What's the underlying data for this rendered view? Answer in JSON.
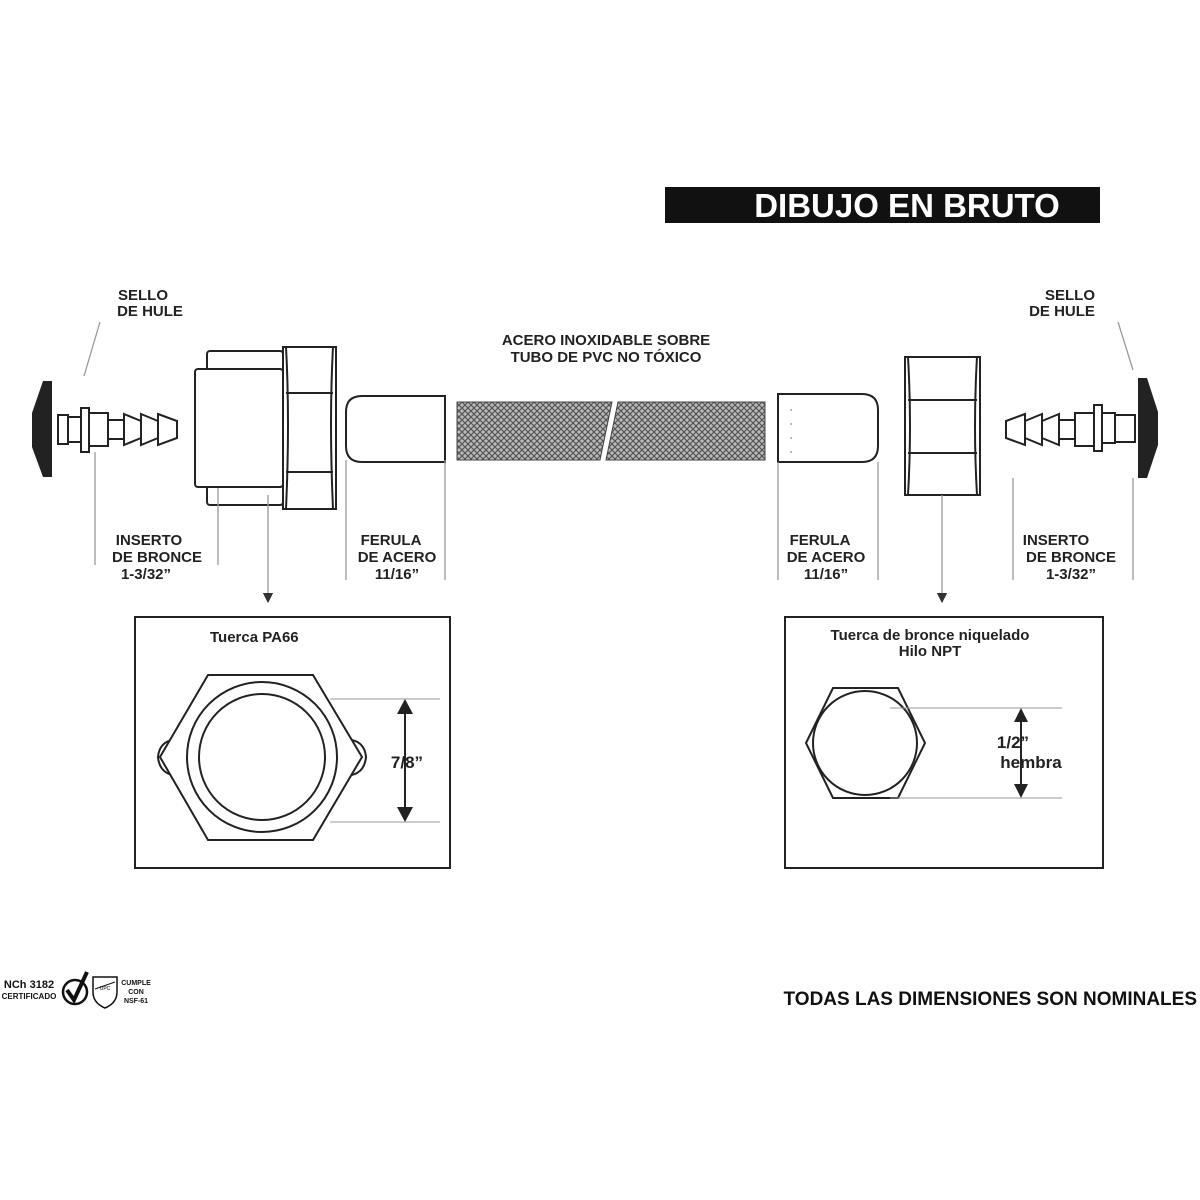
{
  "title": "DIBUJO EN BRUTO",
  "labels": {
    "seal_left": [
      "SELLO",
      "DE HULE"
    ],
    "seal_right": [
      "SELLO",
      "DE HULE"
    ],
    "hose": [
      "ACERO INOXIDABLE SOBRE",
      "TUBO DE PVC NO TÓXICO"
    ],
    "insert_left": [
      "INSERTO",
      "DE BRONCE",
      "1-3/32”"
    ],
    "insert_right": [
      "INSERTO",
      "DE BRONCE",
      "1-3/32”"
    ],
    "ferrule_left": [
      "FERULA",
      "DE ACERO",
      "11/16”"
    ],
    "ferrule_right": [
      "FERULA",
      "DE ACERO",
      "11/16”"
    ]
  },
  "detail_left": {
    "title": "Tuerca PA66",
    "dimension": "7/8”"
  },
  "detail_right": {
    "title": [
      "Tuerca de bronce niquelado",
      "Hilo NPT"
    ],
    "dimension": [
      "1/2”",
      "hembra"
    ]
  },
  "footer": "TODAS LAS DIMENSIONES SON NOMINALES",
  "certifications": {
    "nch": [
      "NCh 3182",
      "CERTIFICADO"
    ],
    "upc": "UPC",
    "nsf": [
      "CUMPLE",
      "CON",
      "NSF-61"
    ],
    "icons": [
      "checkmark-seal-icon",
      "upc-shield-icon"
    ]
  }
}
